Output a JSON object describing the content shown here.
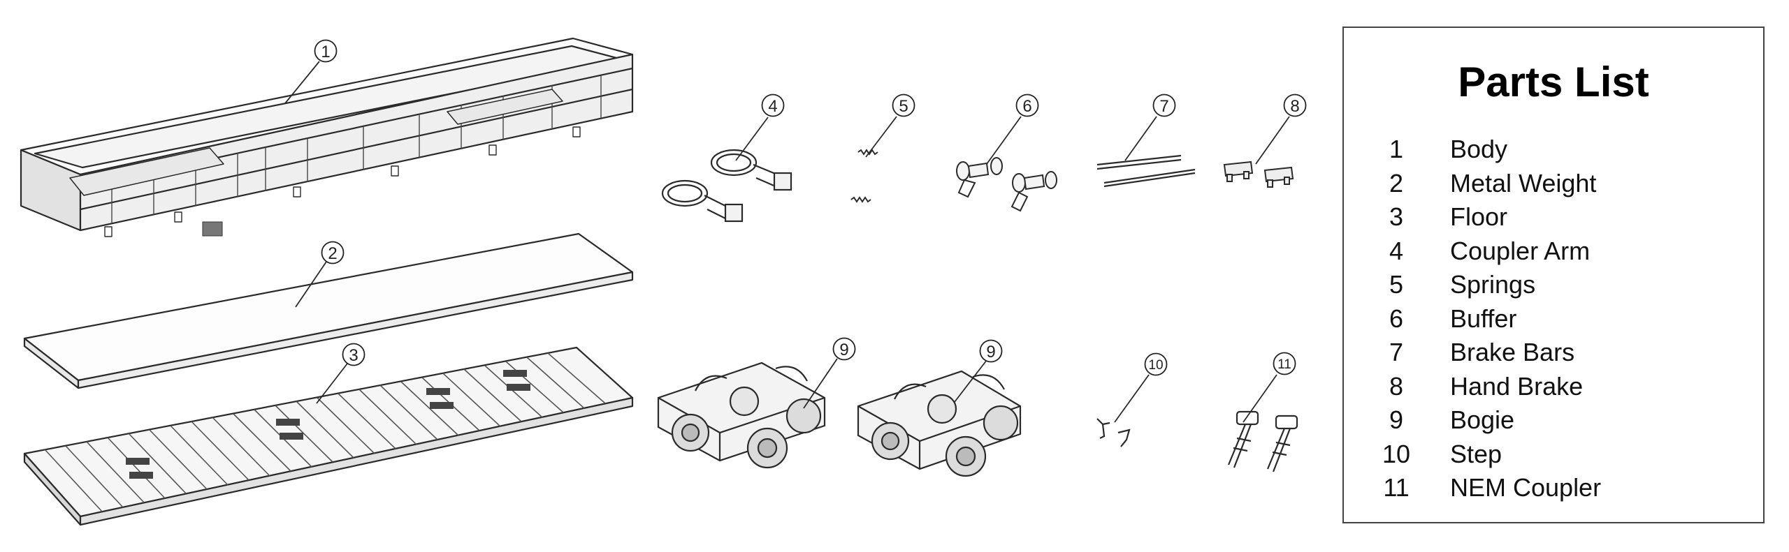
{
  "parts_list": {
    "title": "Parts List",
    "items": [
      {
        "number": "1",
        "name": "Body"
      },
      {
        "number": "2",
        "name": "Metal Weight"
      },
      {
        "number": "3",
        "name": "Floor"
      },
      {
        "number": "4",
        "name": "Coupler Arm"
      },
      {
        "number": "5",
        "name": "Springs"
      },
      {
        "number": "6",
        "name": "Buffer"
      },
      {
        "number": "7",
        "name": "Brake Bars"
      },
      {
        "number": "8",
        "name": "Hand Brake"
      },
      {
        "number": "9",
        "name": "Bogie"
      },
      {
        "number": "10",
        "name": "Step"
      },
      {
        "number": "11",
        "name": "NEM Coupler"
      }
    ]
  },
  "callouts": {
    "body": "1",
    "metal_weight": "2",
    "floor": "3",
    "coupler_arm": "4",
    "springs": "5",
    "buffer": "6",
    "brake_bars": "7",
    "hand_brake": "8",
    "bogie_left": "9",
    "bogie_right": "9",
    "step": "10",
    "nem_coupler": "11"
  }
}
